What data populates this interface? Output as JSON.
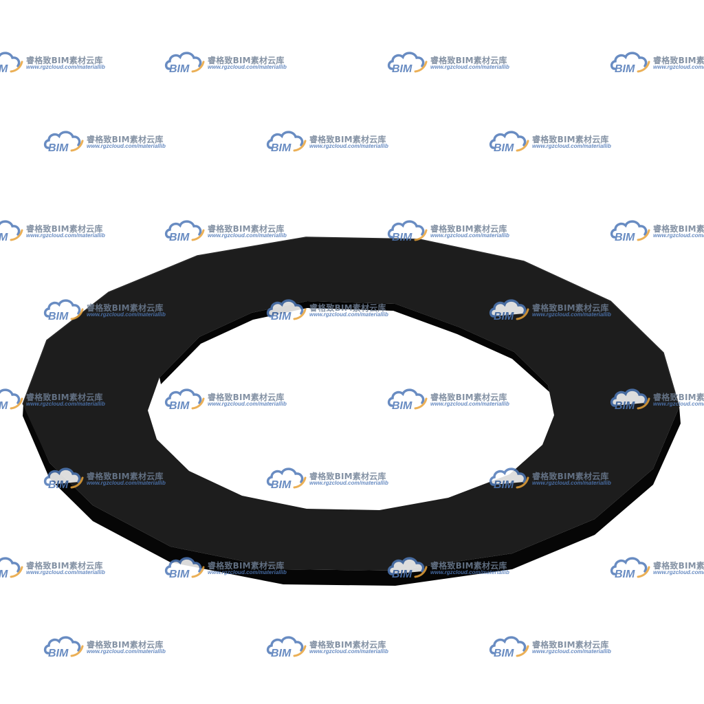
{
  "scene": {
    "subject": "flat-washer-3d-render",
    "colors": {
      "background": "#ffffff",
      "washer_face": "#1c1c1c",
      "washer_side": "#070707",
      "watermark_cloud": "#4f79b8",
      "watermark_swoosh": "#e8a33a",
      "watermark_text": "#6f7f95"
    }
  },
  "watermark": {
    "logo_text": "BIM",
    "brand_text": "睿格致BIM素材云库",
    "url_text": "www.rgzcloud.com/materiallib"
  }
}
